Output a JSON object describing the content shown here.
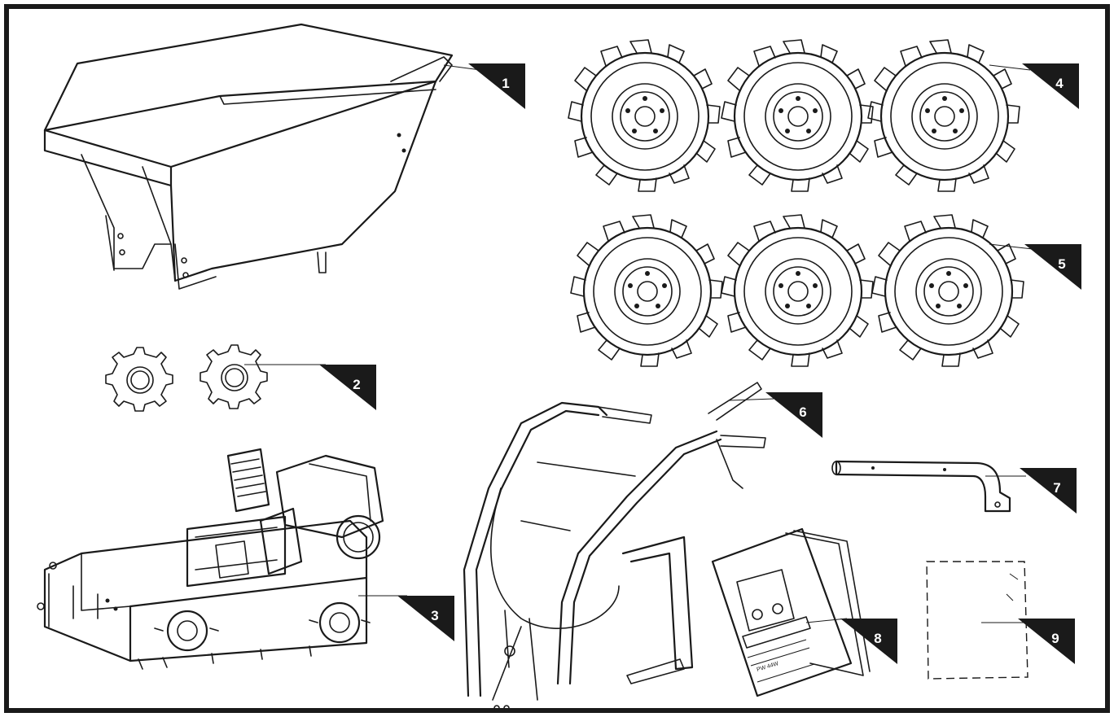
{
  "colors": {
    "border": "#1a1a1a",
    "tag": "#1a1a1a",
    "tag_text": "#ffffff",
    "background": "#ffffff"
  },
  "parts": [
    {
      "id": "1",
      "icon": "dumper-bucket-icon"
    },
    {
      "id": "2",
      "icon": "wheel-hub-adapters-icon"
    },
    {
      "id": "3",
      "icon": "engine-chassis-icon"
    },
    {
      "id": "4",
      "icon": "tyres-set-a-icon"
    },
    {
      "id": "5",
      "icon": "tyres-set-b-icon"
    },
    {
      "id": "6",
      "icon": "handlebar-assembly-icon"
    },
    {
      "id": "7",
      "icon": "support-arm-icon"
    },
    {
      "id": "8",
      "icon": "user-manual-icon"
    },
    {
      "id": "9",
      "icon": "hardware-bag-icon"
    }
  ],
  "manual": {
    "title_line": "Powered Wheelbarrow",
    "model_line": "PW 44W"
  }
}
